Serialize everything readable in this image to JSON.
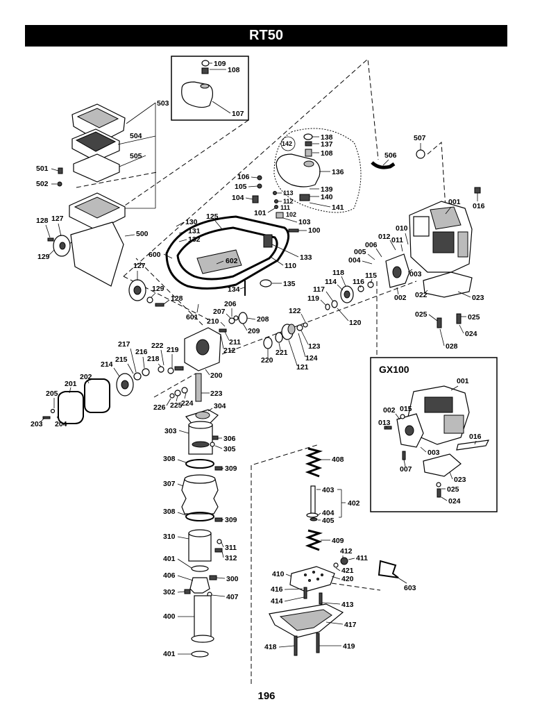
{
  "title": "RT50",
  "page_number": "196",
  "inset_title": "GX100",
  "callouts": {
    "c001": "001",
    "c016": "016",
    "c010": "010",
    "c012": "012",
    "c011": "011",
    "c006": "006",
    "c005": "005",
    "c004": "004",
    "c003": "003",
    "c002": "002",
    "c022": "022",
    "c023": "023",
    "c025a": "025",
    "c025b": "025",
    "c024": "024",
    "c028": "028",
    "c506": "506",
    "c507": "507",
    "c503": "503",
    "c504": "504",
    "c505": "505",
    "c501": "501",
    "c502": "502",
    "c500": "500",
    "c128a": "128",
    "c127a": "127",
    "c129a": "129",
    "c127b": "127",
    "c129b": "129",
    "c128b": "128",
    "c109": "109",
    "c108a": "108",
    "c107": "107",
    "c138": "138",
    "c137": "137",
    "c142": "142",
    "c108b": "108",
    "c136": "136",
    "c139": "139",
    "c140": "140",
    "c141": "141",
    "c106": "106",
    "c105": "105",
    "c104": "104",
    "c113": "113",
    "c112": "112",
    "c111": "111",
    "c102": "102",
    "c101": "101",
    "c103": "103",
    "c100": "100",
    "c125": "125",
    "c130": "130",
    "c131": "131",
    "c132": "132",
    "c600": "600",
    "c602": "602",
    "c133": "133",
    "c110": "110",
    "c134": "134",
    "c135": "135",
    "c601": "601",
    "c118": "118",
    "c114": "114",
    "c116": "116",
    "c115": "115",
    "c117": "117",
    "c119": "119",
    "c120": "120",
    "c122": "122",
    "c123": "123",
    "c124": "124",
    "c121": "121",
    "c206": "206",
    "c207": "207",
    "c208": "208",
    "c210": "210",
    "c209": "209",
    "c211": "211",
    "c212": "212",
    "c220": "220",
    "c221": "221",
    "c217": "217",
    "c216": "216",
    "c222": "222",
    "c219": "219",
    "c218": "218",
    "c214": "214",
    "c215": "215",
    "c200": "200",
    "c201": "201",
    "c202": "202",
    "c205": "205",
    "c203": "203",
    "c204": "204",
    "c223": "223",
    "c224": "224",
    "c225": "225",
    "c226": "226",
    "c304": "304",
    "c303": "303",
    "c306": "306",
    "c305": "305",
    "c308a": "308",
    "c309a": "309",
    "c307": "307",
    "c308b": "308",
    "c309b": "309",
    "c310": "310",
    "c311": "311",
    "c312": "312",
    "c401a": "401",
    "c406": "406",
    "c300": "300",
    "c302": "302",
    "c407": "407",
    "c400": "400",
    "c401b": "401",
    "c408": "408",
    "c403": "403",
    "c402": "402",
    "c404": "404",
    "c405": "405",
    "c409": "409",
    "c412": "412",
    "c411": "411",
    "c410": "410",
    "c421": "421",
    "c420": "420",
    "c416": "416",
    "c414": "414",
    "c413": "413",
    "c417": "417",
    "c418": "418",
    "c419": "419",
    "c603": "603",
    "g001": "001",
    "g002": "002",
    "g015": "015",
    "g013": "013",
    "g016": "016",
    "g003": "003",
    "g007": "007",
    "g023": "023",
    "g025": "025",
    "g024": "024"
  }
}
